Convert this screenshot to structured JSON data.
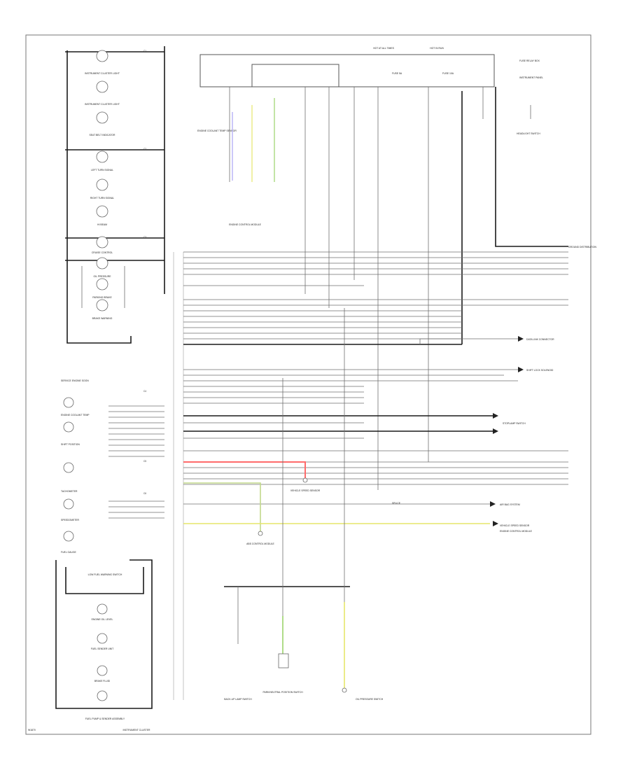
{
  "footer": {
    "left_code": "W1870",
    "center_title": "INSTRUMENT CLUSTER"
  },
  "cluster_column": {
    "lamps": [
      "INSTRUMENT CLUSTER LIGHT",
      "INSTRUMENT CLUSTER LIGHT",
      "SEAT BELT INDICATOR",
      "LEFT TURN SIGNAL",
      "RIGHT TURN SIGNAL",
      "HI BEAM",
      "CRUISE CONTROL",
      "OIL PRESSURE",
      "PARKING BRAKE",
      "BRAKE WARNING"
    ],
    "gauges": [
      "SERVICE ENGINE SOON",
      "ENGINE COOLANT TEMP",
      "SHIFT POSITION",
      "TACHOMETER",
      "SPEEDOMETER",
      "FUEL GAUGE"
    ],
    "fuel_box_items": [
      "LOW FUEL WARNING SWITCH",
      "ENGINE OIL LEVEL",
      "FUEL SENDER UNIT",
      "BRAKE FLUID"
    ],
    "bottom_label": "FUEL PUMP & SENDER ASSEMBLY"
  },
  "top_labels": {
    "fuse_block": "HOT AT ALL TIMES",
    "hot_in_run": "HOT IN RUN",
    "fuse_a": "FUSE 5A",
    "fuse_b": "FUSE 10A",
    "right_block": "FUSE RELAY BOX",
    "right_sub": "INSTRUMENT PANEL",
    "headlight_switch": "HEADLIGHT SWITCH",
    "ecm_label": "ENGINE CONTROL MODULE",
    "left_stack": "ENGINE COOLANT TEMP SENSOR"
  },
  "connector_labels": {
    "c1": "C1",
    "c2": "C2",
    "c3": "C3",
    "c4": "C4",
    "c5": "C5",
    "c6": "C6"
  },
  "right_targets": [
    "DATA LINK CONNECTOR",
    "SHIFT LOCK SOLENOID",
    "STOPLAMP SWITCH",
    "GROUND DISTRIBUTION",
    "AIR BAG SYSTEM",
    "VEHICLE SPEED SENSOR",
    "ENGINE CONTROL MODULE"
  ],
  "middle_labels": {
    "module": "ABS CONTROL MODULE",
    "speed": "VEHICLE SPEED SENSOR",
    "fuse_splice": "SPLICE",
    "bottom_left": "BACK-UP LAMP SWITCH",
    "bottom_mid": "PARK/NEUTRAL POSITION SWITCH",
    "bottom_right": "OIL PRESSURE SWITCH"
  },
  "wire_colors": {
    "red": "#ff6b6b",
    "yellow": "#e6e66a",
    "green": "#9bd36a",
    "violet": "#a9a4f2",
    "olive": "#c2d98a"
  }
}
